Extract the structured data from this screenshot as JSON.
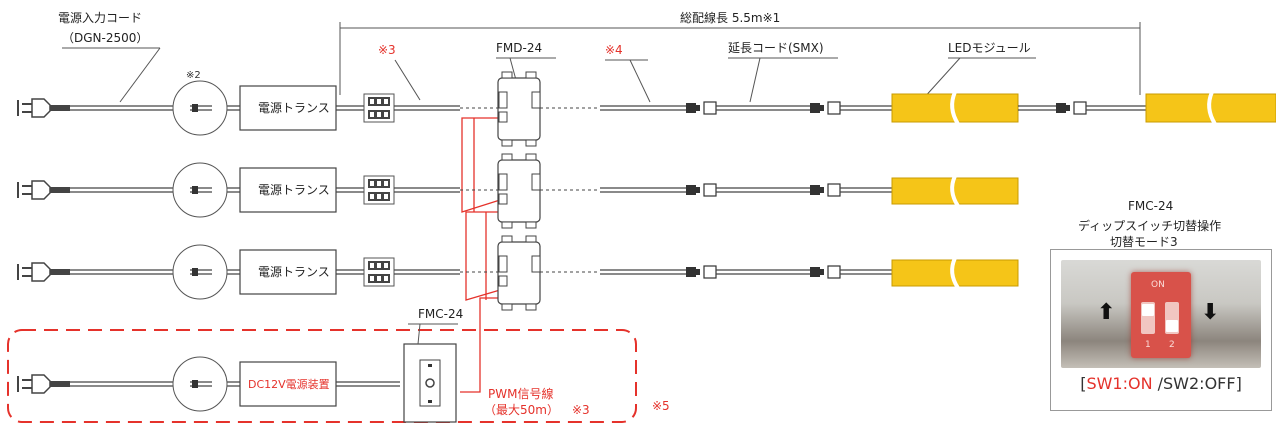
{
  "labels": {
    "input_cord_line1": "電源入力コード",
    "input_cord_line2": "（DGN-2500）",
    "note2": "※2",
    "total_length": "総配線長 5.5m※1",
    "note3_top": "※3",
    "fmd": "FMD-24",
    "note4": "※4",
    "ext_cord": "延長コード(SMX)",
    "led_module": "LEDモジュール",
    "transformer": "電源トランス",
    "dc_supply": "DC12V電源装置",
    "fmc": "FMC-24",
    "pwm_line1": "PWM信号線",
    "pwm_line2": "（最大50m）",
    "note3_bottom": "※3",
    "note5": "※5"
  },
  "dip": {
    "title_line1": "FMC-24",
    "title_line2": "ディップスイッチ切替操作",
    "title_line3": "切替モード3",
    "on_text": "ON",
    "num1": "1",
    "num2": "2",
    "up_arrow": "⬆",
    "down_arrow": "⬇",
    "caption_open": "[",
    "caption_sw1": "SW1:ON",
    "caption_rest": " /SW2:OFF]"
  },
  "colors": {
    "led_yellow": "#f5c518",
    "signal_red": "#e5322b",
    "line_gray": "#555555"
  },
  "icons": [
    "plug-icon",
    "transformer-box",
    "terminal-block-icon",
    "dimmer-module-icon",
    "connector-icon",
    "led-module",
    "controller-icon"
  ]
}
